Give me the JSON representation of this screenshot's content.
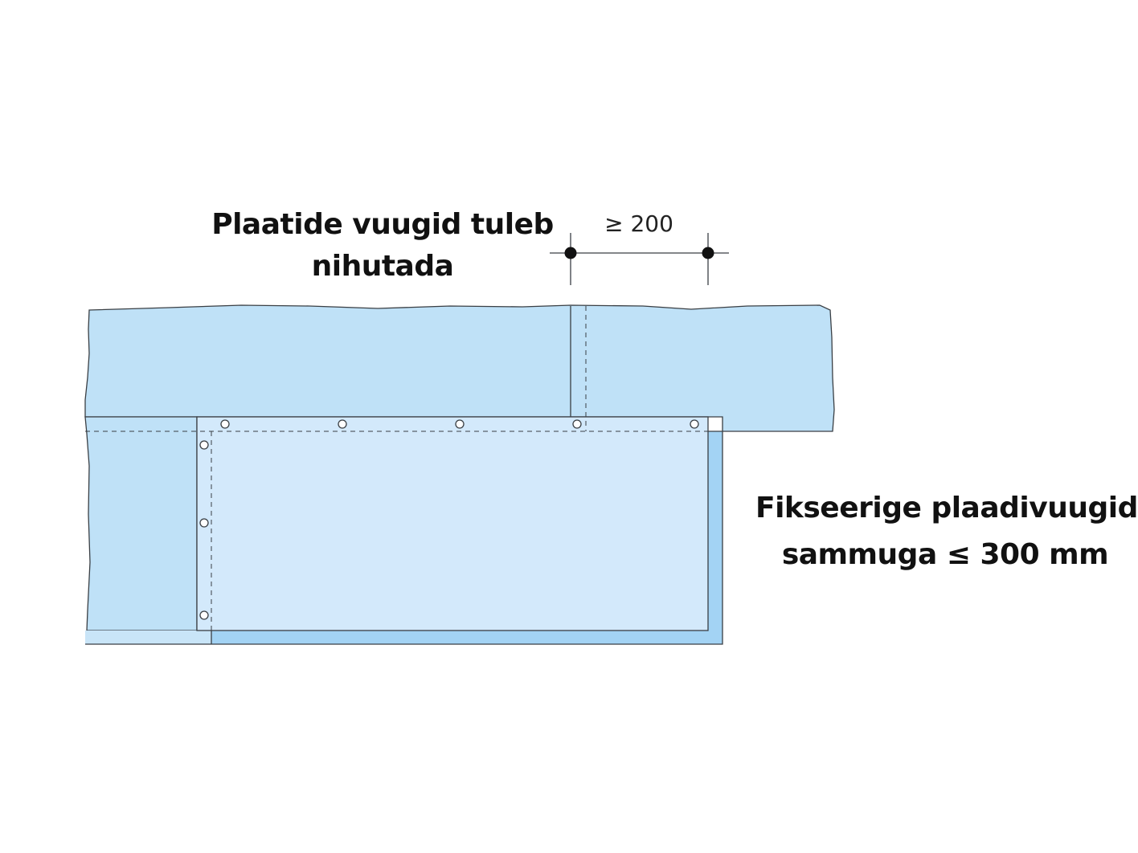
{
  "labels": {
    "top_line1": "Plaatide vuugid tuleb",
    "top_line2": "nihutada",
    "right_line1": "Fikseerige  plaadivuugid",
    "right_line2": "sammuga ≤ 300 mm"
  },
  "dimension": {
    "text": "≥ 200"
  },
  "colors": {
    "ceiling_board": "#bfe1f7",
    "lower_board": "#d3e9fb",
    "board_edge_shade": "#a3d3f4",
    "outline": "#3a3f44",
    "dim_point": "#111111"
  }
}
